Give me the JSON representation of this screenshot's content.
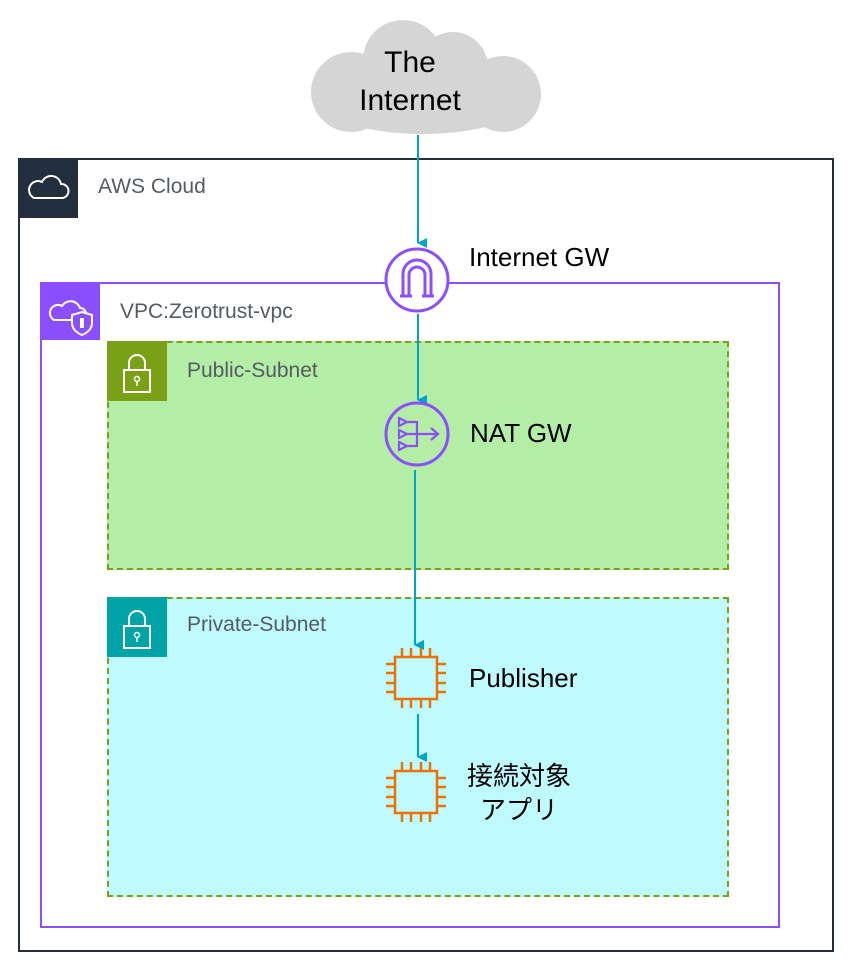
{
  "internet": {
    "line1": "The",
    "line2": "Internet"
  },
  "aws_cloud": {
    "label": "AWS Cloud"
  },
  "vpc": {
    "label": "VPC:Zerotrust-vpc"
  },
  "public_subnet": {
    "label": "Public-Subnet"
  },
  "private_subnet": {
    "label": "Private-Subnet"
  },
  "nodes": {
    "internet_gw": "Internet GW",
    "nat_gw": "NAT GW",
    "publisher": "Publisher",
    "target_app_line1": "接続対象",
    "target_app_line2": "アプリ"
  },
  "icons": {
    "internet": "cloud-icon",
    "aws_cloud": "aws-cloud-icon",
    "vpc": "vpc-shield-icon",
    "subnet": "lock-icon",
    "internet_gw": "internet-gateway-icon",
    "nat_gw": "nat-gateway-icon",
    "ec2": "ec2-instance-icon"
  },
  "colors": {
    "aws_cloud_border": "#232f3e",
    "vpc_border": "#8c4fff",
    "public_subnet_fill": "#b4eda6",
    "public_subnet_border": "#7aa116",
    "private_subnet_fill": "#bffaff",
    "private_subnet_border": "#7aa116",
    "private_subnet_icon": "#00a4a6",
    "arrow": "#00a4c6",
    "ec2": "#ed7100",
    "internet_cloud": "#d5d5d5"
  }
}
